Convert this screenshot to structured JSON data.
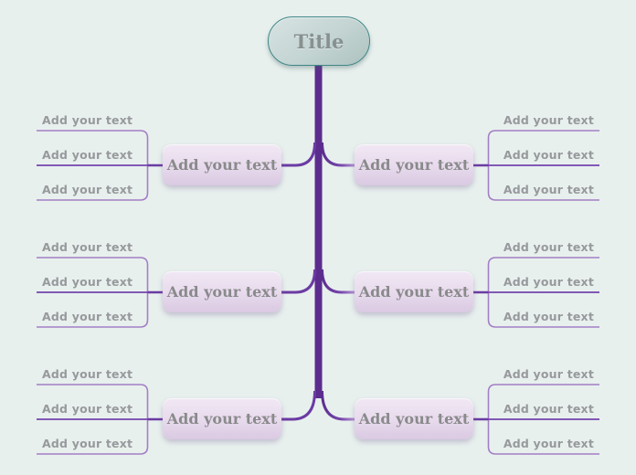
{
  "title": {
    "label": "Title"
  },
  "branches": {
    "left": [
      {
        "label": "Add your text",
        "items": [
          "Add your text",
          "Add your text",
          "Add your text"
        ]
      },
      {
        "label": "Add your text",
        "items": [
          "Add your text",
          "Add your text",
          "Add your text"
        ]
      },
      {
        "label": "Add your text",
        "items": [
          "Add your text",
          "Add your text",
          "Add your text"
        ]
      }
    ],
    "right": [
      {
        "label": "Add your text",
        "items": [
          "Add your text",
          "Add your text",
          "Add your text"
        ]
      },
      {
        "label": "Add your text",
        "items": [
          "Add your text",
          "Add your text",
          "Add your text"
        ]
      },
      {
        "label": "Add your text",
        "items": [
          "Add your text",
          "Add your text",
          "Add your text"
        ]
      }
    ]
  },
  "colors": {
    "background": "#e8f0ee",
    "spine": "#5b2c8e",
    "connector": "#6b3ba3",
    "bracket": "#a37fc4",
    "underline": "#8259b5",
    "node_fill": "#e7daec",
    "title_fill": "#c3d4d2",
    "title_border": "#3f8787",
    "node_text": "#8a8a8c",
    "sub_text": "#97999c"
  }
}
